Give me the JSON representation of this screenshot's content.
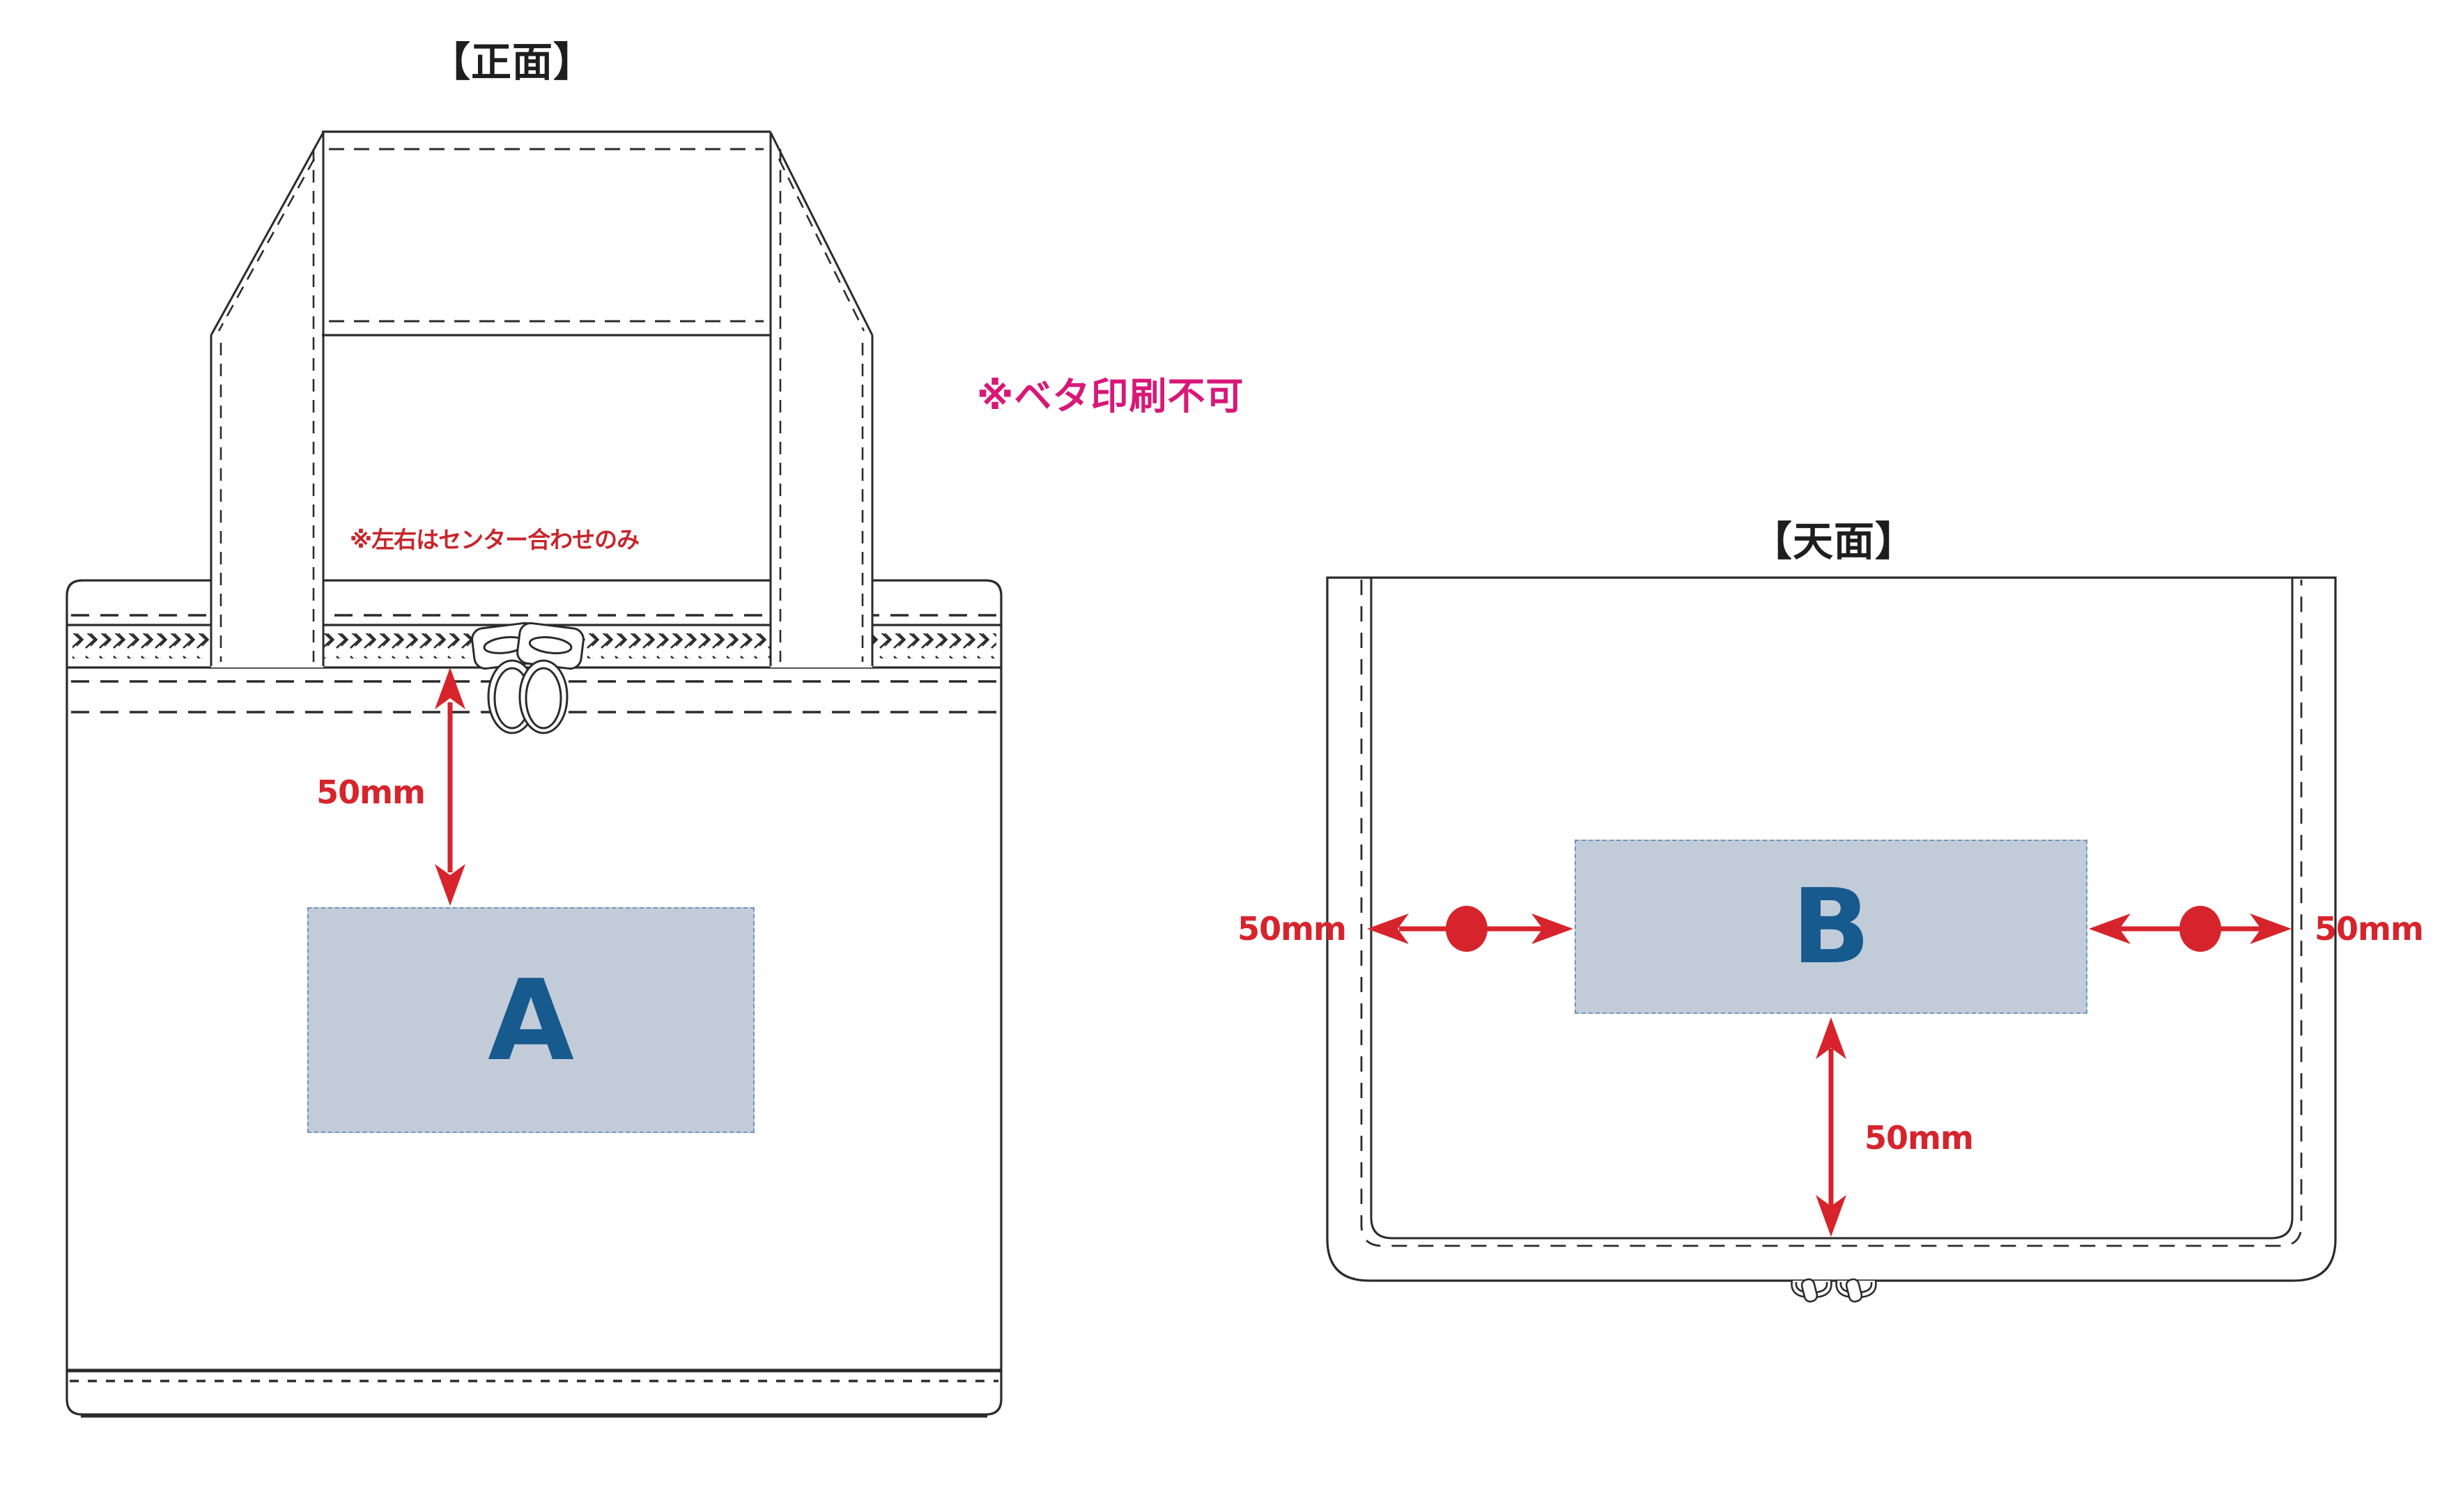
{
  "warning_note": "※ベタ印刷不可",
  "front_view": {
    "title": "【正面】",
    "center_note": "※左右はセンター合わせのみ",
    "top_margin_label": "50mm",
    "print_area_label": "A"
  },
  "top_view": {
    "title": "【天面】",
    "left_margin_label": "50mm",
    "right_margin_label": "50mm",
    "bottom_margin_label": "50mm",
    "print_area_label": "B"
  },
  "colors": {
    "accent_red": "#d7242c",
    "warning_magenta": "#d81878",
    "print_area_fill": "#c2ccd9",
    "print_area_border": "#6e95ba",
    "print_letter_blue": "#175a8e",
    "line_color": "#2b2b2b"
  }
}
